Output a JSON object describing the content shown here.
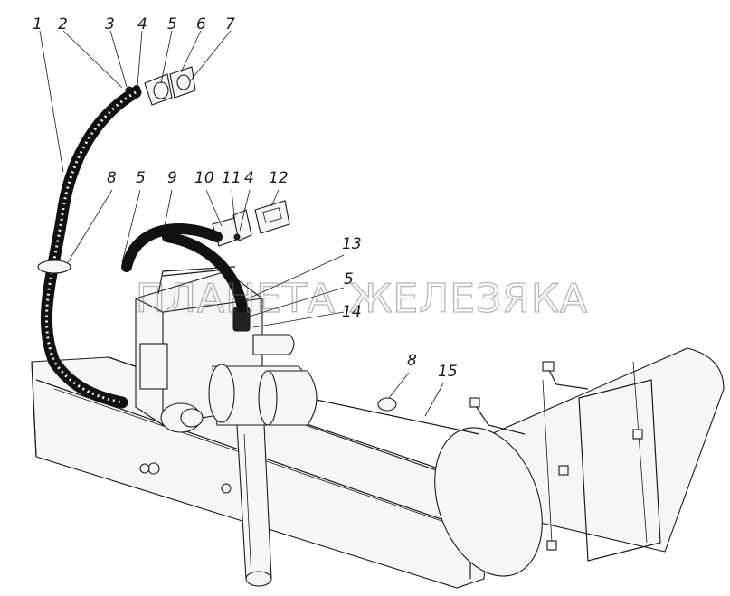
{
  "watermark": "ПЛАНЕТА ЖЕЛЕЗЯКА",
  "callouts": [
    {
      "id": "c1",
      "label": "1"
    },
    {
      "id": "c2",
      "label": "2"
    },
    {
      "id": "c3",
      "label": "3"
    },
    {
      "id": "c4a",
      "label": "4"
    },
    {
      "id": "c5a",
      "label": "5"
    },
    {
      "id": "c6",
      "label": "6"
    },
    {
      "id": "c7",
      "label": "7"
    },
    {
      "id": "c8a",
      "label": "8"
    },
    {
      "id": "c5b",
      "label": "5"
    },
    {
      "id": "c9",
      "label": "9"
    },
    {
      "id": "c10",
      "label": "10"
    },
    {
      "id": "c11",
      "label": "11"
    },
    {
      "id": "c4b",
      "label": "4"
    },
    {
      "id": "c12",
      "label": "12"
    },
    {
      "id": "c13",
      "label": "13"
    },
    {
      "id": "c5c",
      "label": "5"
    },
    {
      "id": "c14",
      "label": "14"
    },
    {
      "id": "c8b",
      "label": "8"
    },
    {
      "id": "c15",
      "label": "15"
    }
  ]
}
